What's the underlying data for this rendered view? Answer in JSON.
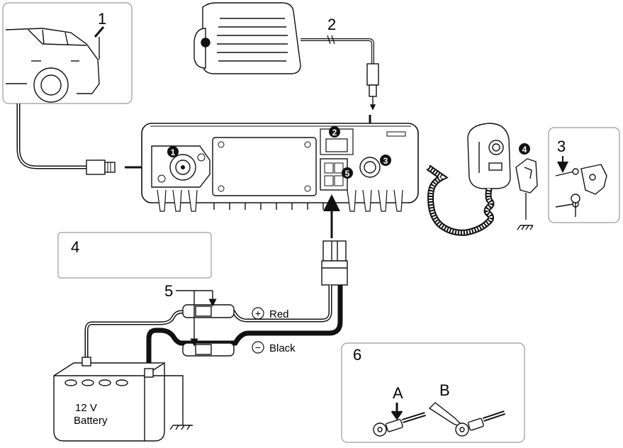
{
  "callouts": {
    "c1": "1",
    "c2": "2",
    "c3": "3",
    "c4": "4",
    "c5": "5",
    "c6": "6"
  },
  "badges": {
    "b1": "1",
    "b2": "2",
    "b3": "3",
    "b4": "4",
    "b5": "5"
  },
  "wires": {
    "red_sign": "+",
    "red_label": "Red",
    "black_sign": "−",
    "black_label": "Black"
  },
  "battery": {
    "line1": "12 V",
    "line2": "Battery"
  },
  "crimp": {
    "a": "A",
    "b": "B"
  },
  "colors": {
    "stroke": "#111111",
    "badge_fill": "#111111",
    "box_border": "#9a9a9a"
  },
  "icons": [
    "car-icon",
    "external-speaker-icon",
    "radio-unit-icon",
    "microphone-icon",
    "mic-hanger-icon",
    "battery-icon",
    "fuse-holder-icon",
    "ground-icon",
    "crimp-terminal-icon",
    "soldering-iron-icon"
  ]
}
